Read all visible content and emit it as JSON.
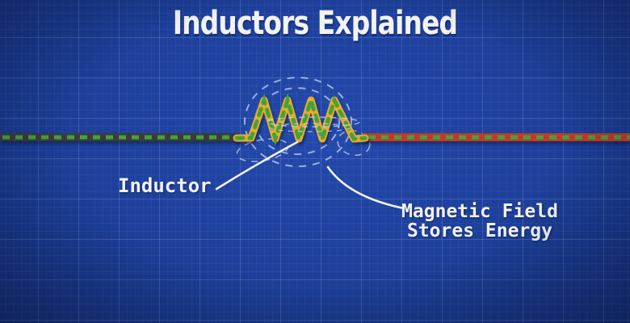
{
  "title": "Inductors Explained",
  "diagram": {
    "labels": {
      "inductor": "Inductor",
      "magnetic_field_line1": "Magnetic Field",
      "magnetic_field_line2": "Stores Energy"
    },
    "colors": {
      "background_blue": "#1d409c",
      "left_wire_black": "#3b3a3d",
      "right_wire_red": "#c13a29",
      "current_dash_green": "#45a336",
      "coil_yellow": "#e9aa2e",
      "field_line": "#c8d7f2",
      "leader_line": "#f2f2f2",
      "label_text": "#f2f2f2"
    }
  }
}
